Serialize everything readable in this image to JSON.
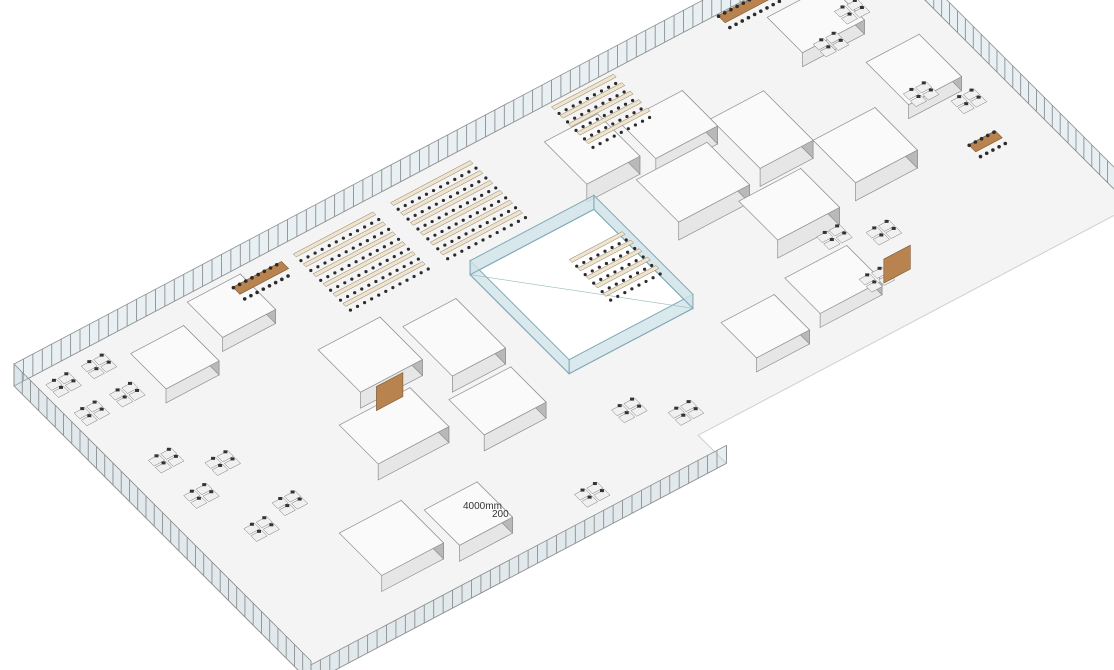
{
  "diagram": {
    "kind": "isometric office floor plan",
    "annotations": {
      "dimension_primary": "4000mm",
      "dimension_secondary": "200"
    }
  },
  "colors": {
    "background": "#ffffff",
    "floor": "#f4f4f4",
    "floor_edge": "#cfcfcf",
    "wall_light": "#e6e6e6",
    "wall_dark": "#b9b9b9",
    "wall_line": "#8e8e8e",
    "glass": "#bcd3dc",
    "atrium_glass": "#cfe3e8",
    "atrium_edge": "#7fa9b5",
    "wood": "#b8834e",
    "wood_dark": "#7a5533",
    "chair": "#2b2b2b",
    "desk": "#efe4cf",
    "partition_blue": "#9fb0bc"
  }
}
